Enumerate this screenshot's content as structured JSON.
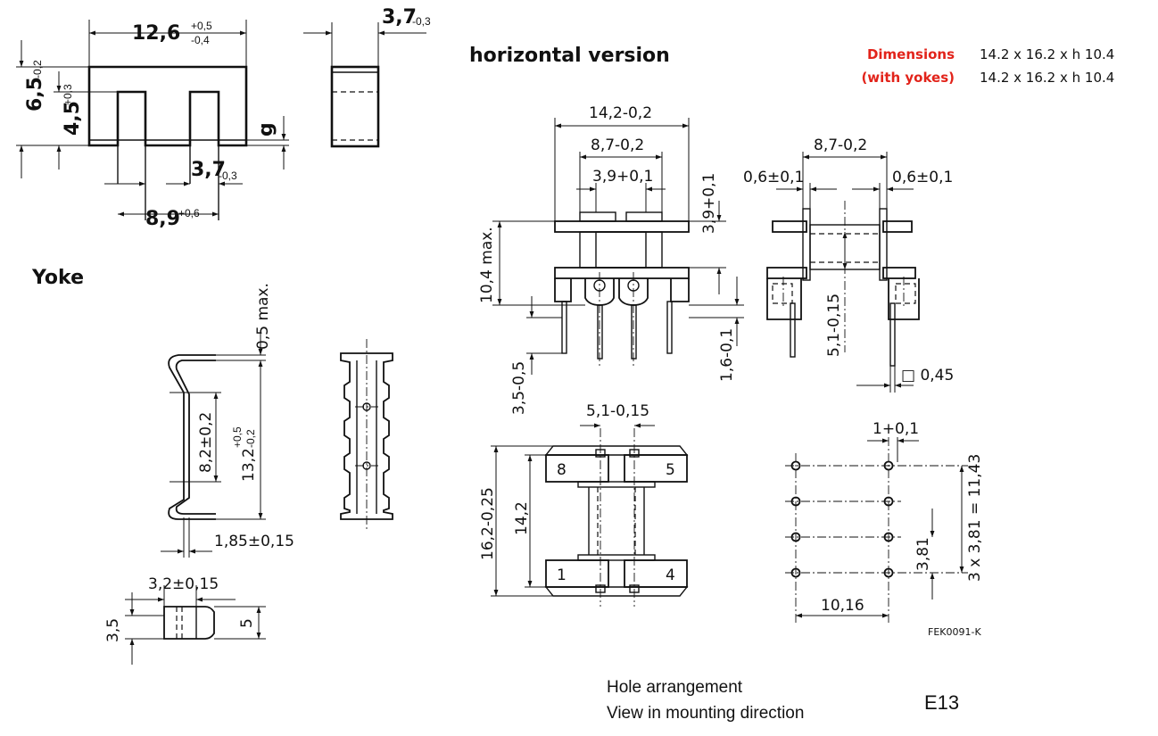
{
  "headings": {
    "horizontal": "horizontal version",
    "yoke": "Yoke"
  },
  "specs": {
    "label1": "Dimensions",
    "label2": "(with yokes)",
    "value1": "14.2 x 16.2 x h 10.4",
    "value2": "14.2 x 16.2 x h 10.4"
  },
  "core_dims": {
    "width_main": "12,6",
    "width_tol_plus": "+0,5",
    "width_tol_minus": "-0,4",
    "side_width": "3,7",
    "side_width_tol": "-0,3",
    "height_main": "6,5",
    "height_tol": "-0,2",
    "inner_height": "4,5",
    "inner_height_tol": "+0,3",
    "gap_label": "g",
    "leg_width": "3,7",
    "leg_width_tol": "-0,3",
    "window_width": "8,9",
    "window_tol": "+0,6"
  },
  "bobbin_dims": {
    "overall_width": "14,2-0,2",
    "mid_width": "8,7-0,2",
    "inner_width": "3,9+0,1",
    "flange_height": "3,9+0,1",
    "max_height": "10,4 max.",
    "pin_length": "3,5-0,5",
    "pin_offset": "1,6-0,1",
    "side_mid_width": "8,7-0,2",
    "side_left_tol": "0,6±0,1",
    "side_right_tol": "0,6±0,1",
    "side_height": "5,1-0,15",
    "pin_square": "□ 0,45"
  },
  "top_view": {
    "pin_spacing": "5,1-0,15",
    "overall_length": "16,2-0,25",
    "inner_length": "14,2",
    "pins": [
      "8",
      "5",
      "1",
      "4"
    ]
  },
  "hole_arrangement": {
    "offset": "1+0,1",
    "row_span": "3 x 3,81 = 11,43",
    "pitch": "3,81",
    "column_span": "10,16",
    "figure_code": "FEK0091-K"
  },
  "yoke_dims": {
    "max_thickness": "0,5 max.",
    "inner_height": "8,2±0,2",
    "overall_height": "13,2",
    "overall_tol_plus": "+0,5",
    "overall_tol_minus": "-0,2",
    "spring_width": "1,85±0,15",
    "tab_width": "3,2±0,15",
    "tab_height": "3,5",
    "overall_tab": "5"
  },
  "caption": {
    "line1": "Hole arrangement",
    "line2": "View in mounting direction",
    "code": "E13"
  }
}
